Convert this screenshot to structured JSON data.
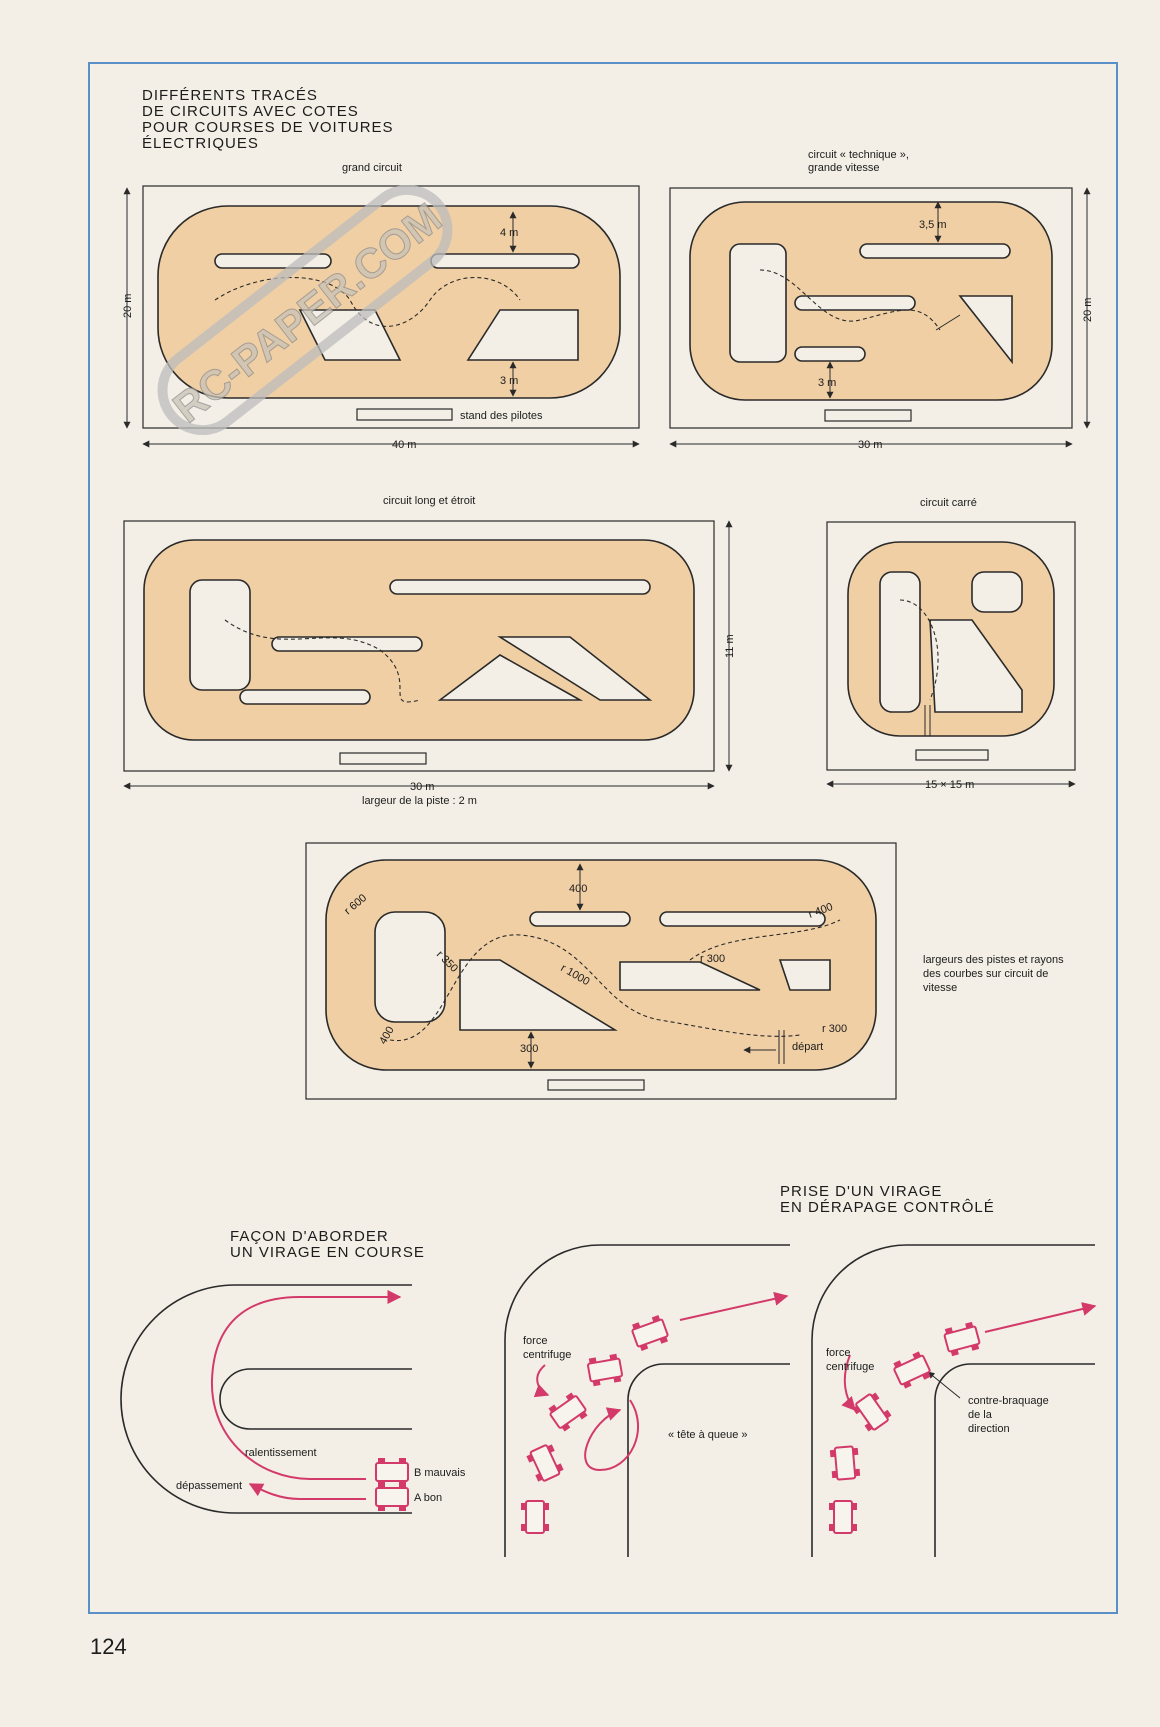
{
  "title_lines": [
    "DIFFÉRENTS TRACÉS",
    "DE CIRCUITS AVEC COTES",
    "POUR COURSES DE VOITURES",
    "ÉLECTRIQUES"
  ],
  "watermark": "RC-PAPER.COM",
  "grand_circuit": {
    "name": "grand circuit",
    "width_dim": "40 m",
    "height_dim": "20 m",
    "top_gap": "4 m",
    "bottom_gap": "3 m",
    "stand": "stand des pilotes"
  },
  "technique_circuit": {
    "name_line1": "circuit « technique »,",
    "name_line2": "grande vitesse",
    "width_dim": "30 m",
    "height_dim": "20 m",
    "top_gap": "3,5 m",
    "bottom_gap": "3 m"
  },
  "long_circuit": {
    "name": "circuit long et étroit",
    "width_dim": "30 m",
    "height_dim": "11 m",
    "note": "largeur de la piste : 2 m"
  },
  "square_circuit": {
    "name": "circuit carré",
    "size_dim": "15 × 15 m"
  },
  "speed_circuit": {
    "top_width": "400",
    "bottom_width": "300",
    "radii": [
      "r 600",
      "r 350",
      "r 1000",
      "r 400",
      "r 300",
      "r 300",
      "400"
    ],
    "start": "départ",
    "caption_lines": [
      "largeurs des pistes et rayons",
      "des courbes sur circuit de",
      "vitesse"
    ]
  },
  "approach": {
    "title_line1": "FAÇON D'ABORDER",
    "title_line2": "UN VIRAGE EN COURSE",
    "slowdown": "ralentissement",
    "overtake": "dépassement",
    "b_label": "B mauvais",
    "a_label": "A bon"
  },
  "drift": {
    "title_line1": "PRISE D'UN VIRAGE",
    "title_line2": "EN DÉRAPAGE CONTRÔLÉ",
    "force1_line1": "force",
    "force1_line2": "centrifuge",
    "spin": "« tête à queue »",
    "force2_line1": "force",
    "force2_line2": "centrifuge",
    "counter_line1": "contre-braquage",
    "counter_line2": "de la",
    "counter_line3": "direction"
  },
  "page_number": "124",
  "colors": {
    "track": "#f0cfa4",
    "frame": "#5b8fc8",
    "accent": "#d33a6a"
  }
}
